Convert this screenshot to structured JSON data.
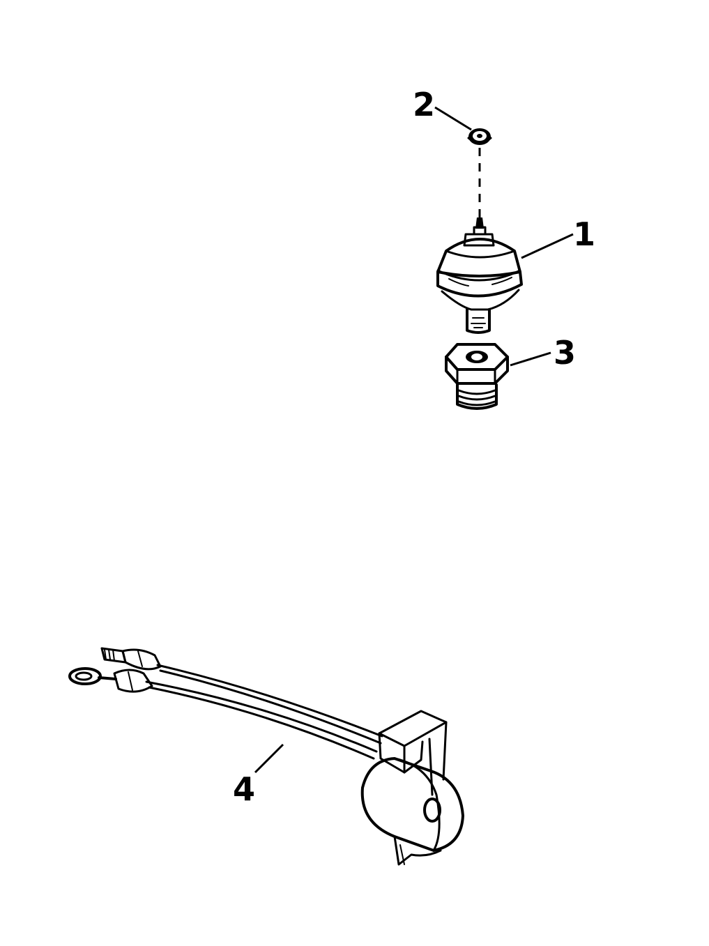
{
  "diagram": {
    "callouts": [
      {
        "id": "1",
        "label": "1"
      },
      {
        "id": "2",
        "label": "2"
      },
      {
        "id": "3",
        "label": "3"
      },
      {
        "id": "4",
        "label": "4"
      }
    ],
    "colors": {
      "ink": "#000000",
      "background": "#ffffff"
    },
    "parts": [
      {
        "callout": "1",
        "icon": "pressure-switch-icon"
      },
      {
        "callout": "2",
        "icon": "nut-icon"
      },
      {
        "callout": "3",
        "icon": "adapter-fitting-icon"
      },
      {
        "callout": "4",
        "icon": "coil-with-leads-icon"
      }
    ]
  }
}
